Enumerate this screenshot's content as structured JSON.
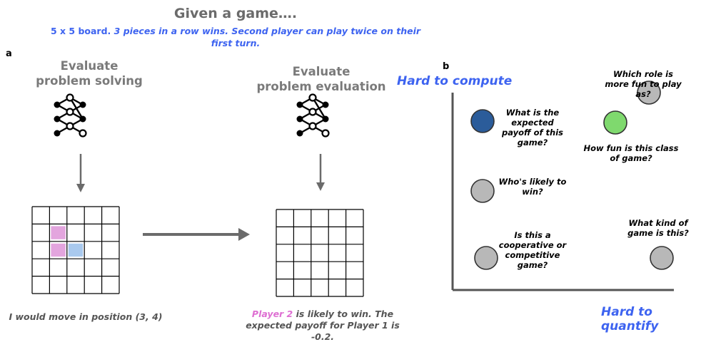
{
  "header": {
    "title": "Given a game….",
    "subtitle_plain": "5 x 5 board.",
    "subtitle_italic": "3 pieces in a row wins. Second player can play twice on their first turn."
  },
  "panel_a": {
    "letter": "a",
    "left_heading": [
      "Evaluate",
      "problem solving"
    ],
    "right_heading": [
      "Evaluate",
      "problem evaluation"
    ],
    "left_caption": "I would move in position (3, 4)",
    "right_caption_highlight": "Player 2",
    "right_caption_rest": "is likely to win. The expected payoff for Player 1 is -0.2.",
    "grid_size": 5,
    "left_grid_cells": [
      {
        "row": 1,
        "col": 1,
        "color": "#e3a5de"
      },
      {
        "row": 2,
        "col": 1,
        "color": "#e3a5de"
      },
      {
        "row": 2,
        "col": 2,
        "color": "#a9c9ee"
      }
    ]
  },
  "panel_b": {
    "letter": "b",
    "y_axis_label": "Hard to compute",
    "x_axis_label": "Hard to quantify",
    "questions": [
      {
        "text": "What is the expected payoff of this game?",
        "color": "#2b5c9a"
      },
      {
        "text": "Which role is more fun to play as?",
        "color": "#b8b8b8"
      },
      {
        "text": "How fun is this class of game?",
        "color": "#7fd96e"
      },
      {
        "text": "Who's likely to win?",
        "color": "#b8b8b8"
      },
      {
        "text": "What kind of game is this?",
        "color": "#b8b8b8"
      },
      {
        "text": "Is this a cooperative or competitive game?",
        "color": "#b8b8b8"
      }
    ]
  },
  "colors": {
    "accent_blue": "#3d63f0",
    "highlight_pink": "#de6fd2",
    "heading_gray": "#7a7a7a",
    "arrow_gray": "#6b6b6b"
  },
  "icons": [
    "neural-network-icon",
    "arrow-down-icon",
    "arrow-right-icon"
  ]
}
